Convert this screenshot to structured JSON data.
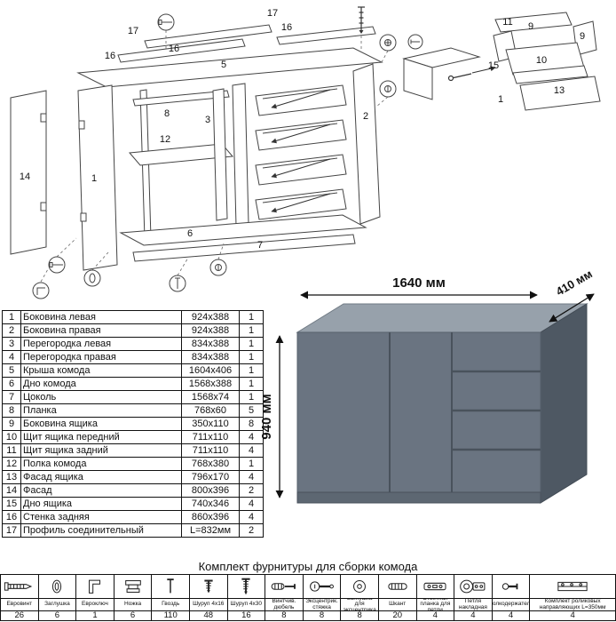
{
  "diagram": {
    "main_labels": [
      "17",
      "16",
      "16",
      "5",
      "16",
      "17",
      "8",
      "3",
      "12",
      "14",
      "1",
      "2",
      "6",
      "7"
    ],
    "detail_labels": [
      "11",
      "9",
      "9",
      "15",
      "10",
      "13",
      "1"
    ]
  },
  "dimensions": {
    "width": "1640 мм",
    "depth": "410 мм",
    "height": "940 мм"
  },
  "colors": {
    "dresser_front": "#6a7481",
    "dresser_top": "#97a1ab",
    "dresser_side": "#4e5863",
    "line": "#444444"
  },
  "parts": {
    "rows": [
      {
        "num": "1",
        "name": "Боковина левая",
        "size": "924x388",
        "qty": "1"
      },
      {
        "num": "2",
        "name": "Боковина правая",
        "size": "924x388",
        "qty": "1"
      },
      {
        "num": "3",
        "name": "Перегородка левая",
        "size": "834x388",
        "qty": "1"
      },
      {
        "num": "4",
        "name": "Перегородка правая",
        "size": "834x388",
        "qty": "1"
      },
      {
        "num": "5",
        "name": "Крыша комода",
        "size": "1604x406",
        "qty": "1"
      },
      {
        "num": "6",
        "name": "Дно комода",
        "size": "1568x388",
        "qty": "1"
      },
      {
        "num": "7",
        "name": "Цоколь",
        "size": "1568x74",
        "qty": "1"
      },
      {
        "num": "8",
        "name": "Планка",
        "size": "768x60",
        "qty": "5"
      },
      {
        "num": "9",
        "name": "Боковина ящика",
        "size": "350x110",
        "qty": "8"
      },
      {
        "num": "10",
        "name": "Щит ящика передний",
        "size": "711x110",
        "qty": "4"
      },
      {
        "num": "11",
        "name": "Щит ящика задний",
        "size": "711x110",
        "qty": "4"
      },
      {
        "num": "12",
        "name": "Полка комода",
        "size": "768x380",
        "qty": "1"
      },
      {
        "num": "13",
        "name": "Фасад ящика",
        "size": "796x170",
        "qty": "4"
      },
      {
        "num": "14",
        "name": "Фасад",
        "size": "800x396",
        "qty": "2"
      },
      {
        "num": "15",
        "name": "Дно ящика",
        "size": "740x346",
        "qty": "4"
      },
      {
        "num": "16",
        "name": "Стенка задняя",
        "size": "860x396",
        "qty": "4"
      },
      {
        "num": "17",
        "name": "Профиль соединительный",
        "size": "L=832мм",
        "qty": "2"
      }
    ]
  },
  "hardware": {
    "title": "Комплект фурнитуры для сборки комода",
    "items": [
      {
        "icon": "euroscrew-icon",
        "name": "Евровинт",
        "qty": "26"
      },
      {
        "icon": "cap-icon",
        "name": "Заглушка",
        "qty": "6"
      },
      {
        "icon": "hexkey-icon",
        "name": "Евроключ",
        "qty": "1"
      },
      {
        "icon": "foot-icon",
        "name": "Ножка",
        "qty": "6"
      },
      {
        "icon": "nail-icon",
        "name": "Гвоздь",
        "qty": "110"
      },
      {
        "icon": "screw-4x16-icon",
        "name": "Шуруп 4x16",
        "qty": "48"
      },
      {
        "icon": "screw-4x30-icon",
        "name": "Шуруп 4x30",
        "qty": "16"
      },
      {
        "icon": "dowel-screw-icon",
        "name": "Винтчив. дюбель",
        "qty": "8"
      },
      {
        "icon": "cam-bolt-icon",
        "name": "Эксцентрик. стяжка",
        "qty": "8"
      },
      {
        "icon": "cam-cap-icon",
        "name": "Заглушка для эксцентрика",
        "qty": "8"
      },
      {
        "icon": "wood-dowel-icon",
        "name": "Шкант",
        "qty": "20"
      },
      {
        "icon": "hinge-plate-icon",
        "name": "Ответная планка для петли",
        "qty": "4"
      },
      {
        "icon": "hinge-icon",
        "name": "Петля накладная",
        "qty": "4"
      },
      {
        "icon": "shelf-pin-icon",
        "name": "Полкодержатель",
        "qty": "4"
      },
      {
        "icon": "drawer-slide-icon",
        "name": "Комплект роликовых направляющих L=350мм",
        "qty": "4"
      }
    ]
  }
}
